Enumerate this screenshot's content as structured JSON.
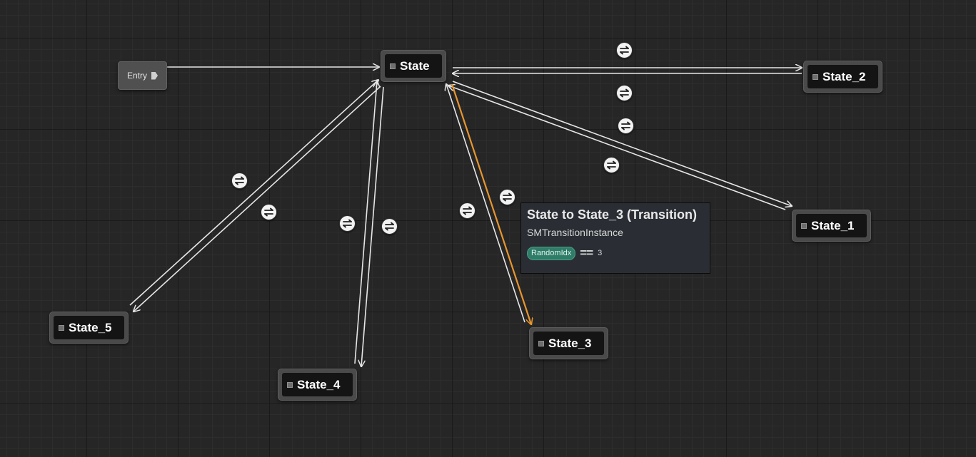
{
  "graph": {
    "entry": {
      "label": "Entry"
    },
    "states": {
      "center": "State",
      "s1": "State_1",
      "s2": "State_2",
      "s3": "State_3",
      "s4": "State_4",
      "s5": "State_5"
    }
  },
  "tooltip": {
    "title": "State to State_3 (Transition)",
    "subtitle": "SMTransitionInstance",
    "variable": "RandomIdx",
    "operator": "==",
    "value": "3"
  },
  "colors": {
    "canvas": "#262626",
    "wire": "#e6e6e6",
    "selected_wire": "#e8962f",
    "variable_pill": "#2f7c68"
  },
  "icons": {
    "transition": "double-arrow-icon",
    "entry_pin": "exec-pin-icon",
    "state": "state-node-icon"
  }
}
